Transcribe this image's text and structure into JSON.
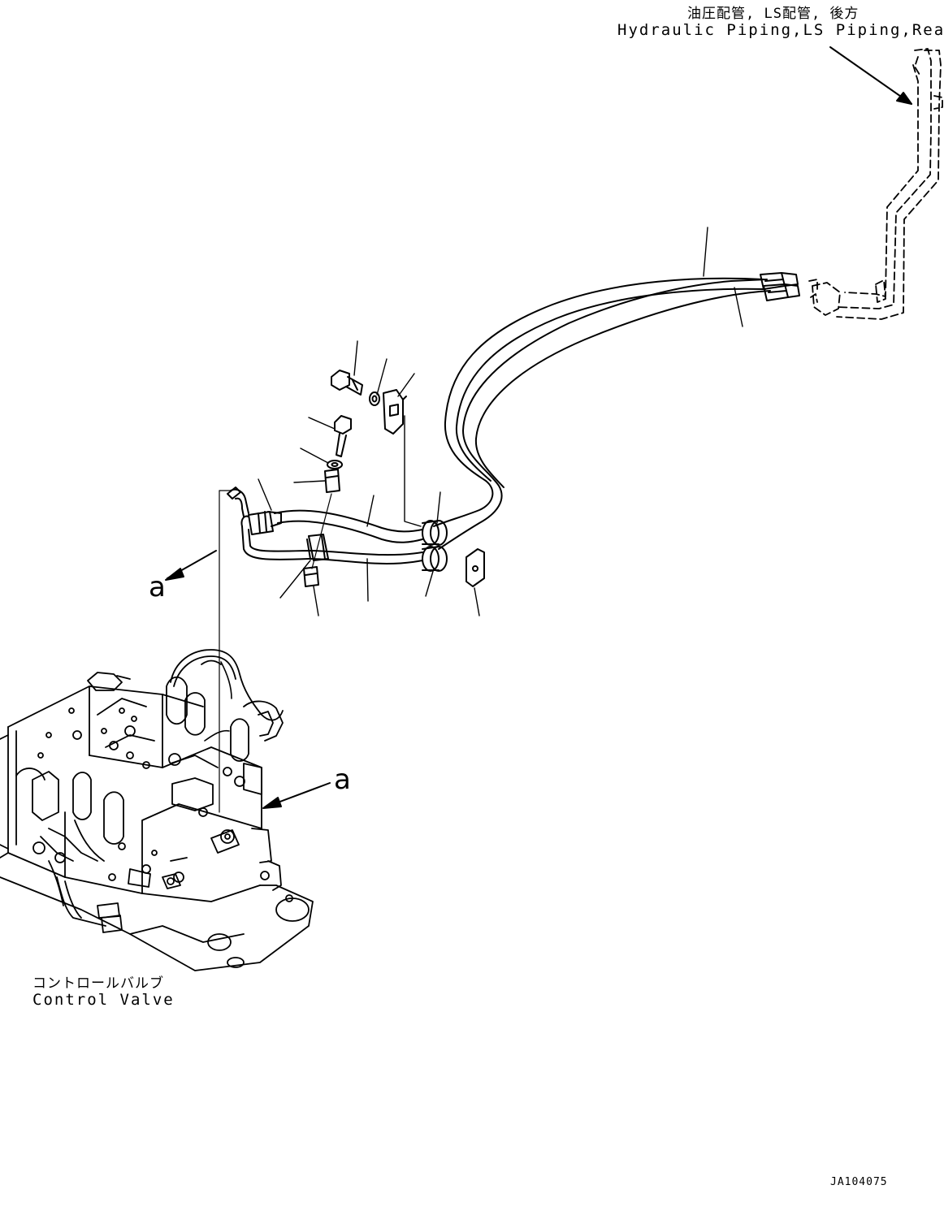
{
  "labels": {
    "rear_piping_jp": "油圧配管, LS配管, 後方",
    "rear_piping_en": "Hydraulic Piping,LS Piping,Rear",
    "control_valve_jp": "コントロールバルブ",
    "control_valve_en": "Control Valve",
    "view_a_upper": "a",
    "view_a_lower": "a",
    "drawing_code": "JA104075"
  }
}
